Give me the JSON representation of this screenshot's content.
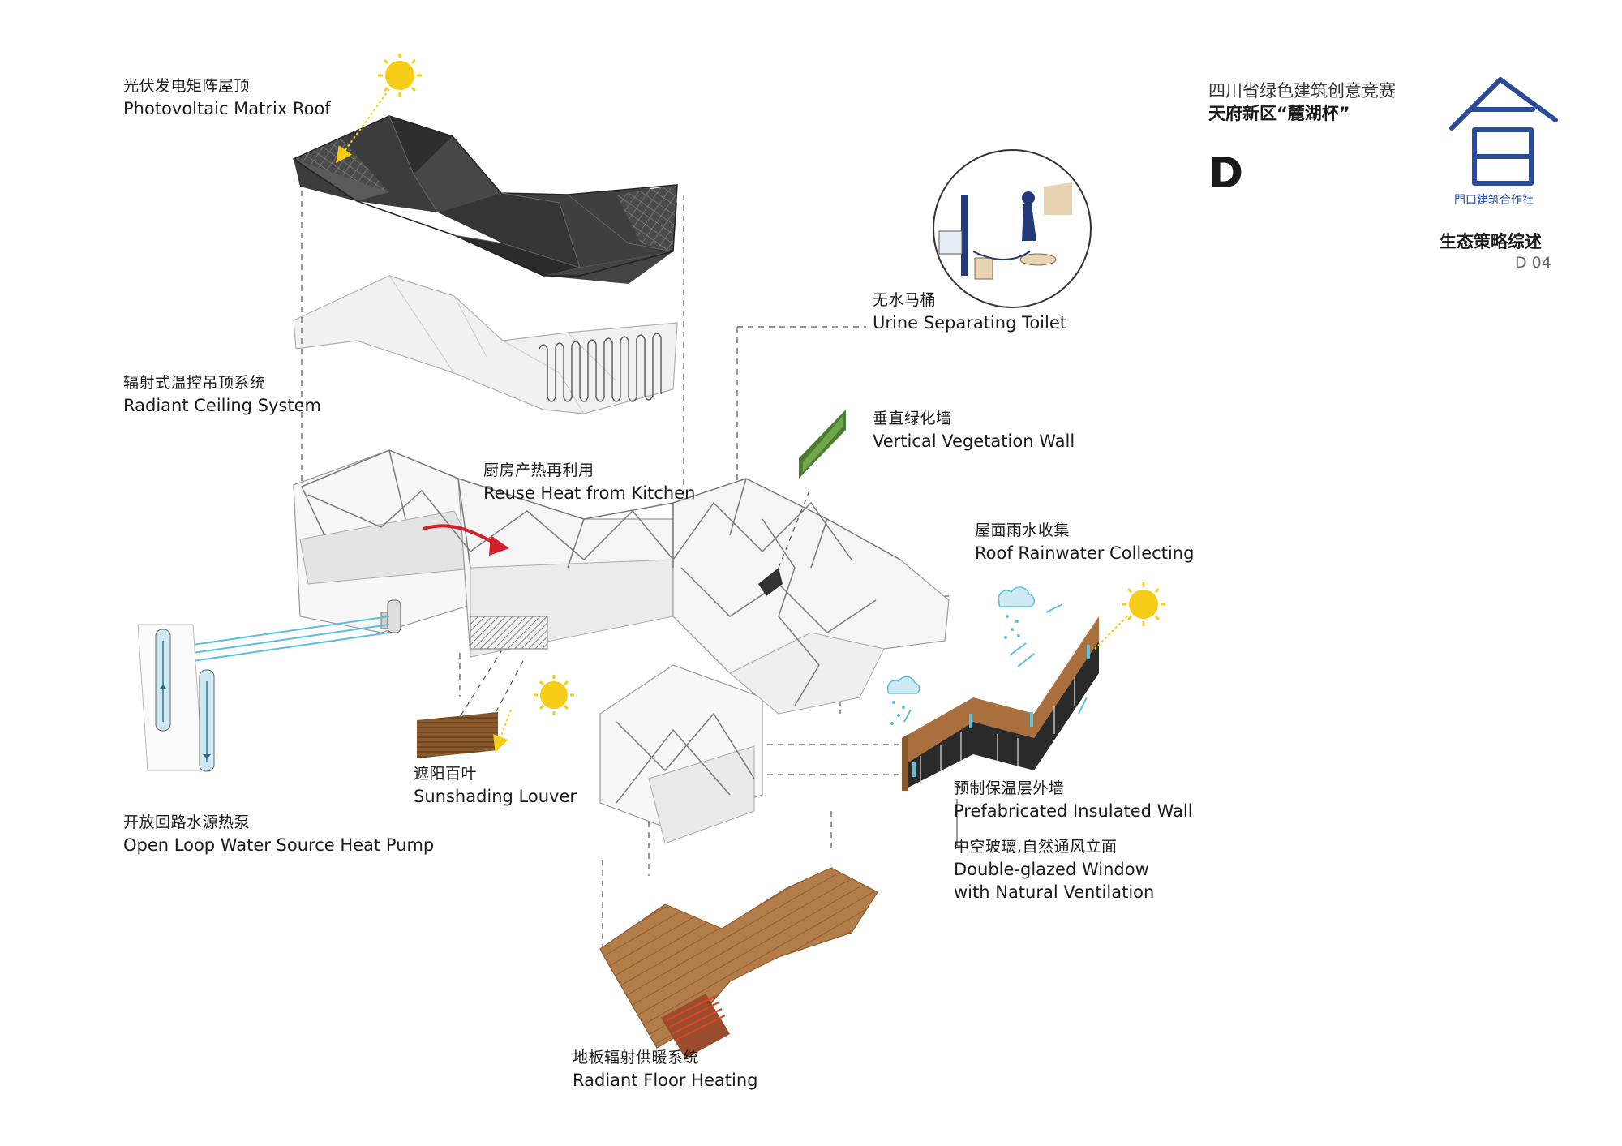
{
  "header": {
    "competition": "四川省绿色建筑创意竞赛",
    "cup": "天府新区“麓湖杯”",
    "section": "D",
    "logo_org": "門口建筑合作社",
    "page_title": "生态策略综述",
    "page_code": "D 04"
  },
  "labels": {
    "pv_roof": {
      "cn": "光伏发电矩阵屋顶",
      "en": "Photovoltaic Matrix Roof"
    },
    "radiant_ceiling": {
      "cn": "辐射式温控吊顶系统",
      "en": "Radiant Ceiling System"
    },
    "kitchen_heat": {
      "cn": "厨房产热再利用",
      "en": "Reuse Heat from Kitchen"
    },
    "toilet": {
      "cn": "无水马桶",
      "en": "Urine Separating Toilet"
    },
    "veg_wall": {
      "cn": "垂直绿化墙",
      "en": "Vertical Vegetation Wall"
    },
    "rainwater": {
      "cn": "屋面雨水收集",
      "en": "Roof Rainwater Collecting"
    },
    "louver": {
      "cn": "遮阳百叶",
      "en": "Sunshading Louver"
    },
    "heat_pump": {
      "cn": "开放回路水源热泵",
      "en": "Open Loop Water Source Heat Pump"
    },
    "insulated_wall": {
      "cn": "预制保温层外墙",
      "en": "Prefabricated Insulated Wall"
    },
    "glazed_window": {
      "cn": "中空玻璃,自然通风立面",
      "en1": "Double-glazed Window",
      "en2": "with Natural Ventilation"
    },
    "floor_heating": {
      "cn": "地板辐射供暖系统",
      "en": "Radiant Floor Heating"
    }
  },
  "colors": {
    "roof_dark": "#3a3a3a",
    "sun": "#f5cc16",
    "wood": "#b07a46",
    "accent_red": "#d0202a",
    "water_blue": "#5cc0dc",
    "logo_blue": "#2a4a9a"
  }
}
